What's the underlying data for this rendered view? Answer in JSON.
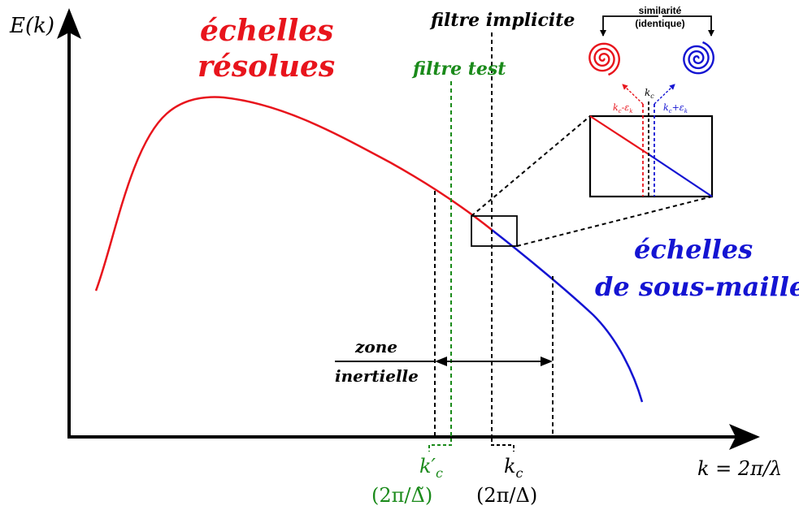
{
  "colors": {
    "resolved": "#e8141c",
    "subgrid": "#1414d2",
    "test_filter": "#1a8a1a",
    "axis": "#000000"
  },
  "axes": {
    "y_label": "E(k)",
    "x_label": "k = 2π/λ"
  },
  "labels": {
    "resolved_scales_line1": "échelles",
    "resolved_scales_line2": "résolues",
    "subgrid_scales_line1": "échelles",
    "subgrid_scales_line2": "de sous-maille",
    "test_filter": "filtre test",
    "implicit_filter": "filtre implicite",
    "inertial_zone_line1": "zone",
    "inertial_zone_line2": "inertielle"
  },
  "ticks": {
    "kc_prime": "k′",
    "kc_prime_sub": "c",
    "kc_prime_expr": "(2π/Δ̃)",
    "kc": "k",
    "kc_sub": "c",
    "kc_expr": "(2π/Δ)"
  },
  "inset": {
    "similarity_line1": "similarité",
    "similarity_line2": "(identique)",
    "kc": "k",
    "kc_sub": "c",
    "kc_minus": "k",
    "kc_minus_sub": "c",
    "kc_minus_rest": "-ε",
    "kc_minus_rest_sub": "k",
    "kc_plus": "k",
    "kc_plus_sub": "c",
    "kc_plus_rest": "+ε",
    "kc_plus_rest_sub": "k"
  }
}
